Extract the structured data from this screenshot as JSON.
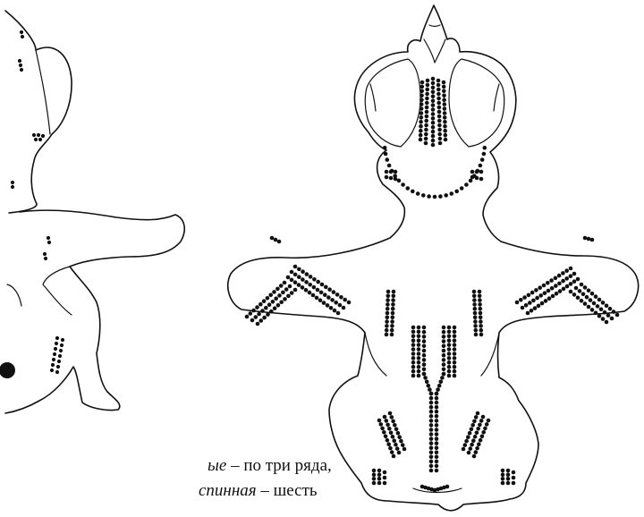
{
  "caption": {
    "line1_italic": "ые",
    "line1_rest": " – по три ряда,",
    "line2_italic": "спинная",
    "line2_rest": " – шесть"
  },
  "colors": {
    "line": "#111111",
    "background": "#ffffff"
  }
}
